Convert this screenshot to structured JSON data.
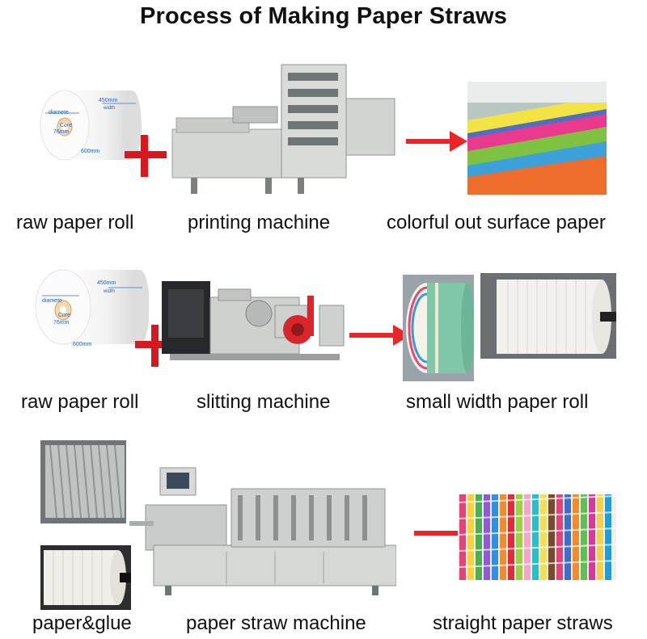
{
  "title": "Process of Making Paper Straws",
  "rows": [
    {
      "labels": [
        "raw paper roll",
        "printing machine",
        "colorful out surface paper"
      ],
      "roll_text": {
        "width": "450mm",
        "width_sub": "width",
        "dia": "diamete",
        "core": "Core",
        "core_size": "76mm",
        "outer": "600mm"
      }
    },
    {
      "labels": [
        "raw paper roll",
        "slitting machine",
        "small width paper roll"
      ],
      "roll_text": {
        "width": "450mm",
        "width_sub": "width",
        "dia": "diamete",
        "core": "Core",
        "core_size": "76mm",
        "outer": "600mm"
      }
    },
    {
      "labels": [
        "paper&glue",
        "paper straw machine",
        "straight paper straws"
      ]
    }
  ],
  "colors": {
    "plus": "#d7191f",
    "arrow": "#e8262a",
    "machine": "#cfd1cf",
    "machine_dark": "#6f7574",
    "red_part": "#d8262b",
    "blue_text": "#2a63b6"
  },
  "icons": [
    "plus-icon",
    "arrow-icon"
  ]
}
